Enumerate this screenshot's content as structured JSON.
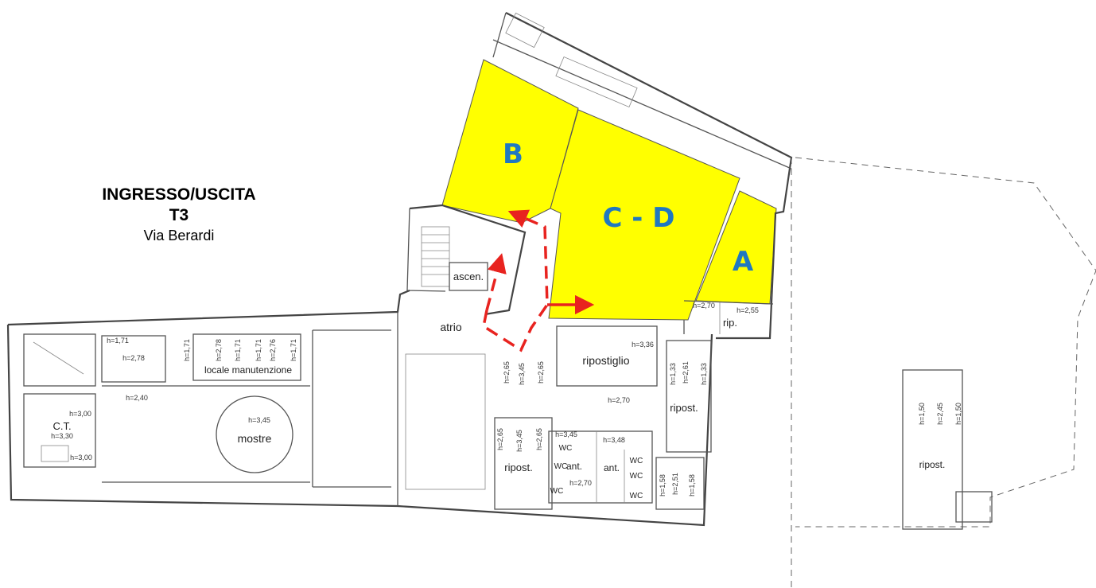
{
  "entrance": {
    "line1": "INGRESSO/USCITA",
    "line2": "T3",
    "line3": "Via Berardi"
  },
  "zones": {
    "a": "A",
    "b": "B",
    "cd": "C - D"
  },
  "rooms": {
    "ascen": "ascen.",
    "atrio": "atrio",
    "ripostiglio": "ripostiglio",
    "ripost_right": "ripost.",
    "ripost_mid": "ripost.",
    "ripost_far": "ripost.",
    "rip": "rip.",
    "locale": "locale manutenzione",
    "mostre": "mostre",
    "ct": "C.T.",
    "ant1": "ant.",
    "ant2": "ant.",
    "wc1": "WC",
    "wc2": "WC",
    "wc3": "WC",
    "wc4": "WC",
    "wc5": "WC",
    "wc6": "WC"
  },
  "heights": {
    "h270a": "h=2,70",
    "h255": "h=2,55",
    "h336": "h=3,36",
    "h133a": "h=1,33",
    "h261": "h=2,61",
    "h133b": "h=1,33",
    "h265a": "h=2,65",
    "h345a": "h=3,45",
    "h265b": "h=2,65",
    "h270b": "h=2,70",
    "h265c": "h=2,65",
    "h345b": "h=3,45",
    "h265d": "h=2,65",
    "h345c": "h=3,45",
    "h348": "h=3,48",
    "h270c": "h=2,70",
    "h158a": "h=1,58",
    "h251": "h=2,51",
    "h158b": "h=1,58",
    "h171a": "h=1,71",
    "h278a": "h=2,78",
    "h171b": "h=1,71",
    "h278b": "h=2,78",
    "h171c": "h=1,71",
    "h171d": "h=1,71",
    "h276": "h=2,76",
    "h171e": "h=1,71",
    "h240": "h=2,40",
    "h345d": "h=3,45",
    "h300a": "h=3,00",
    "h330": "h=3,30",
    "h300b": "h=3,00",
    "h150a": "h=1,50",
    "h245": "h=2,45",
    "h150b": "h=1,50"
  },
  "colors": {
    "highlight": "#ffff00",
    "zone_text": "#1f78c1",
    "route": "#e8231f"
  }
}
